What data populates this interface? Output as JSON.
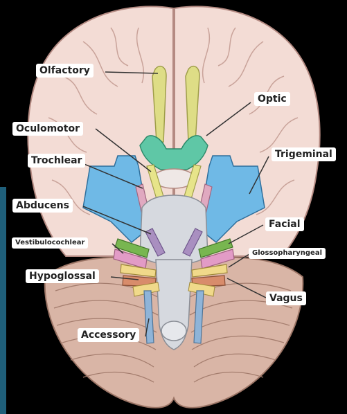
{
  "diagram": {
    "labels": {
      "olfactory": "Olfactory",
      "optic": "Optic",
      "oculomotor": "Oculomotor",
      "trochlear": "Trochlear",
      "trigeminal": "Trigeminal",
      "abducens": "Abducens",
      "facial": "Facial",
      "vestibulocochlear": "Vestibulocochlear",
      "glossopharyngeal": "Glossopharyngeal",
      "hypoglossal": "Hypoglossal",
      "vagus": "Vagus",
      "accessory": "Accessory"
    },
    "colors": {
      "background": "#000000",
      "side_bar": "#1f5f7a",
      "cerebrum": "#f3dcd5",
      "cerebellum": "#d9b5a6",
      "olfactory": "#dedd86",
      "optic": "#5fc7a6",
      "trigeminal": "#6fb9e6",
      "oculomotor": "#e7e48a",
      "trochlear": "#e0a9c0",
      "abducens": "#a98fc0",
      "facial": "#78b650",
      "vestibulocochlear": "#e29bc6",
      "glossopharyngeal": "#f0d98a",
      "vagus": "#d88c6b",
      "accessory": "#8fb4d8",
      "brainstem": "#d6d9df"
    }
  }
}
